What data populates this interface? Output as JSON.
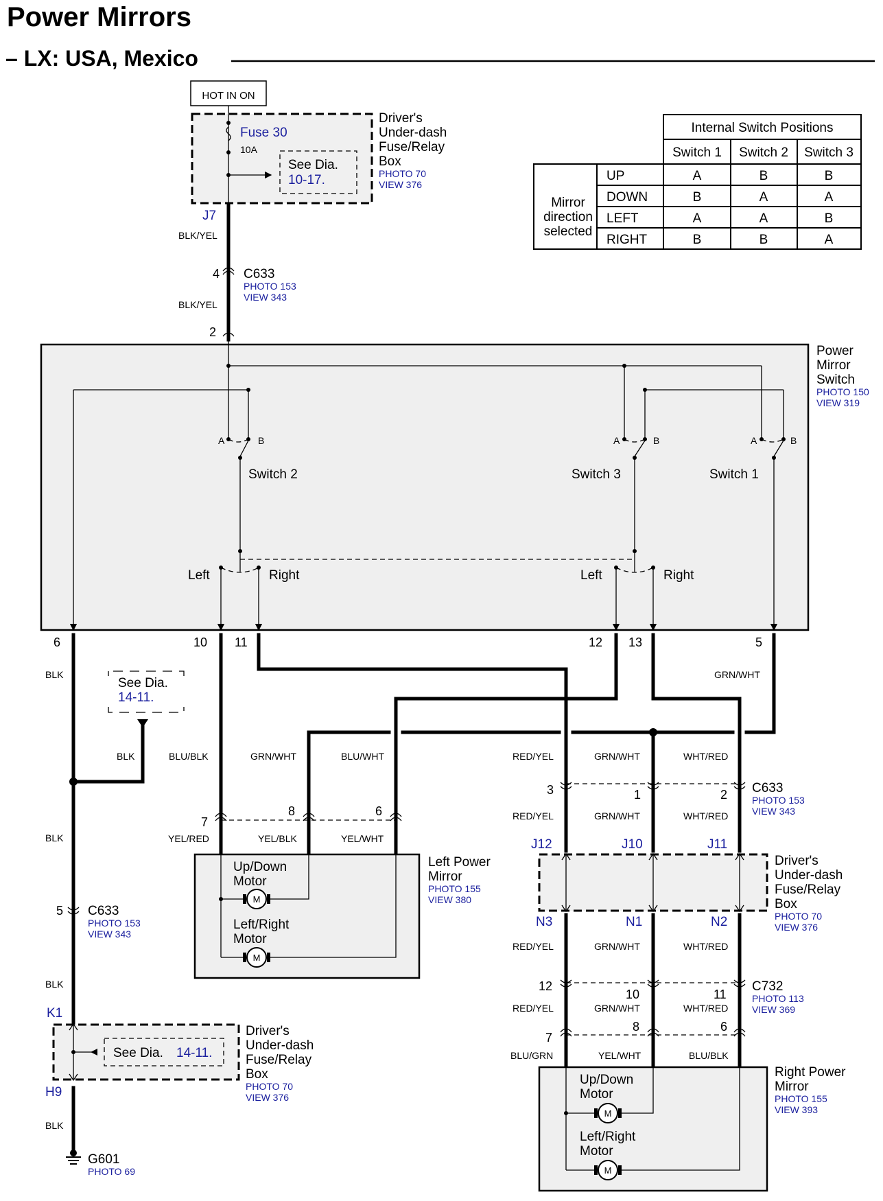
{
  "title": "Power Mirrors",
  "subtitle": "– LX: USA, Mexico",
  "hot_in_on": "HOT IN ON",
  "fuse_box_top": {
    "fuse": "Fuse 30",
    "rating": "10A",
    "see_dia_text": "See Dia.",
    "see_dia_ref": "10-17.",
    "name_lines": [
      "Driver's",
      "Under-dash",
      "Fuse/Relay",
      "Box"
    ],
    "photo": "PHOTO 70",
    "view": "VIEW 376",
    "terminal": "J7"
  },
  "wire_colors": {
    "blk_yel": "BLK/YEL",
    "blk": "BLK",
    "blu_blk": "BLU/BLK",
    "grn_wht": "GRN/WHT",
    "blu_wht": "BLU/WHT",
    "red_yel": "RED/YEL",
    "wht_red": "WHT/RED",
    "yel_red": "YEL/RED",
    "yel_blk": "YEL/BLK",
    "yel_wht": "YEL/WHT",
    "blu_grn": "BLU/GRN"
  },
  "connectors": {
    "c633": "C633",
    "c732": "C732",
    "c633_photo": "PHOTO 153",
    "c633_view": "VIEW 343",
    "c732_photo": "PHOTO 113",
    "c732_view": "VIEW 369"
  },
  "pins": {
    "p4": "4",
    "p2": "2",
    "p6": "6",
    "p10": "10",
    "p11": "11",
    "p12": "12",
    "p13": "13",
    "p5": "5",
    "p7": "7",
    "p8": "8",
    "p6b": "6",
    "p3": "3",
    "p1": "1",
    "p2b": "2",
    "p5b": "5",
    "p12b": "12",
    "p10b": "10",
    "p11b": "11",
    "p7b": "7",
    "p8b": "8",
    "p6c": "6"
  },
  "power_mirror_switch": {
    "name_lines": [
      "Power",
      "Mirror",
      "Switch"
    ],
    "photo": "PHOTO 150",
    "view": "VIEW 319",
    "switch1": "Switch 1",
    "switch2": "Switch 2",
    "switch3": "Switch 3",
    "a": "A",
    "b": "B",
    "left": "Left",
    "right": "Right"
  },
  "switch_table": {
    "title": "Internal Switch Positions",
    "columns": [
      "Switch 1",
      "Switch 2",
      "Switch 3"
    ],
    "row_header_lines": [
      "Mirror",
      "direction",
      "selected"
    ],
    "rows": [
      {
        "dir": "UP",
        "values": [
          "A",
          "B",
          "B"
        ]
      },
      {
        "dir": "DOWN",
        "values": [
          "B",
          "A",
          "A"
        ]
      },
      {
        "dir": "LEFT",
        "values": [
          "A",
          "A",
          "B"
        ]
      },
      {
        "dir": "RIGHT",
        "values": [
          "B",
          "B",
          "A"
        ]
      }
    ]
  },
  "see_dia_ground": {
    "text": "See Dia.",
    "ref": "14-11."
  },
  "left_mirror": {
    "name_lines": [
      "Left Power",
      "Mirror"
    ],
    "photo": "PHOTO 155",
    "view": "VIEW 380",
    "updown": [
      "Up/Down",
      "Motor"
    ],
    "leftright": [
      "Left/Right",
      "Motor"
    ],
    "motor_symbol": "M"
  },
  "fuse_box_right": {
    "name_lines": [
      "Driver's",
      "Under-dash",
      "Fuse/Relay",
      "Box"
    ],
    "photo": "PHOTO 70",
    "view": "VIEW 376",
    "top_terms": [
      "J12",
      "J10",
      "J11"
    ],
    "bottom_terms": [
      "N3",
      "N1",
      "N2"
    ]
  },
  "right_mirror": {
    "name_lines": [
      "Right Power",
      "Mirror"
    ],
    "photo": "PHOTO 155",
    "view": "VIEW 393",
    "updown": [
      "Up/Down",
      "Motor"
    ],
    "leftright": [
      "Left/Right",
      "Motor"
    ]
  },
  "fuse_box_bottom": {
    "name_lines": [
      "Driver's",
      "Under-dash",
      "Fuse/Relay",
      "Box"
    ],
    "photo": "PHOTO 70",
    "view": "VIEW 376",
    "see_dia_text": "See Dia.",
    "see_dia_ref": "14-11.",
    "top_term": "K1",
    "bottom_term": "H9"
  },
  "ground": {
    "name": "G601",
    "photo": "PHOTO 69"
  }
}
